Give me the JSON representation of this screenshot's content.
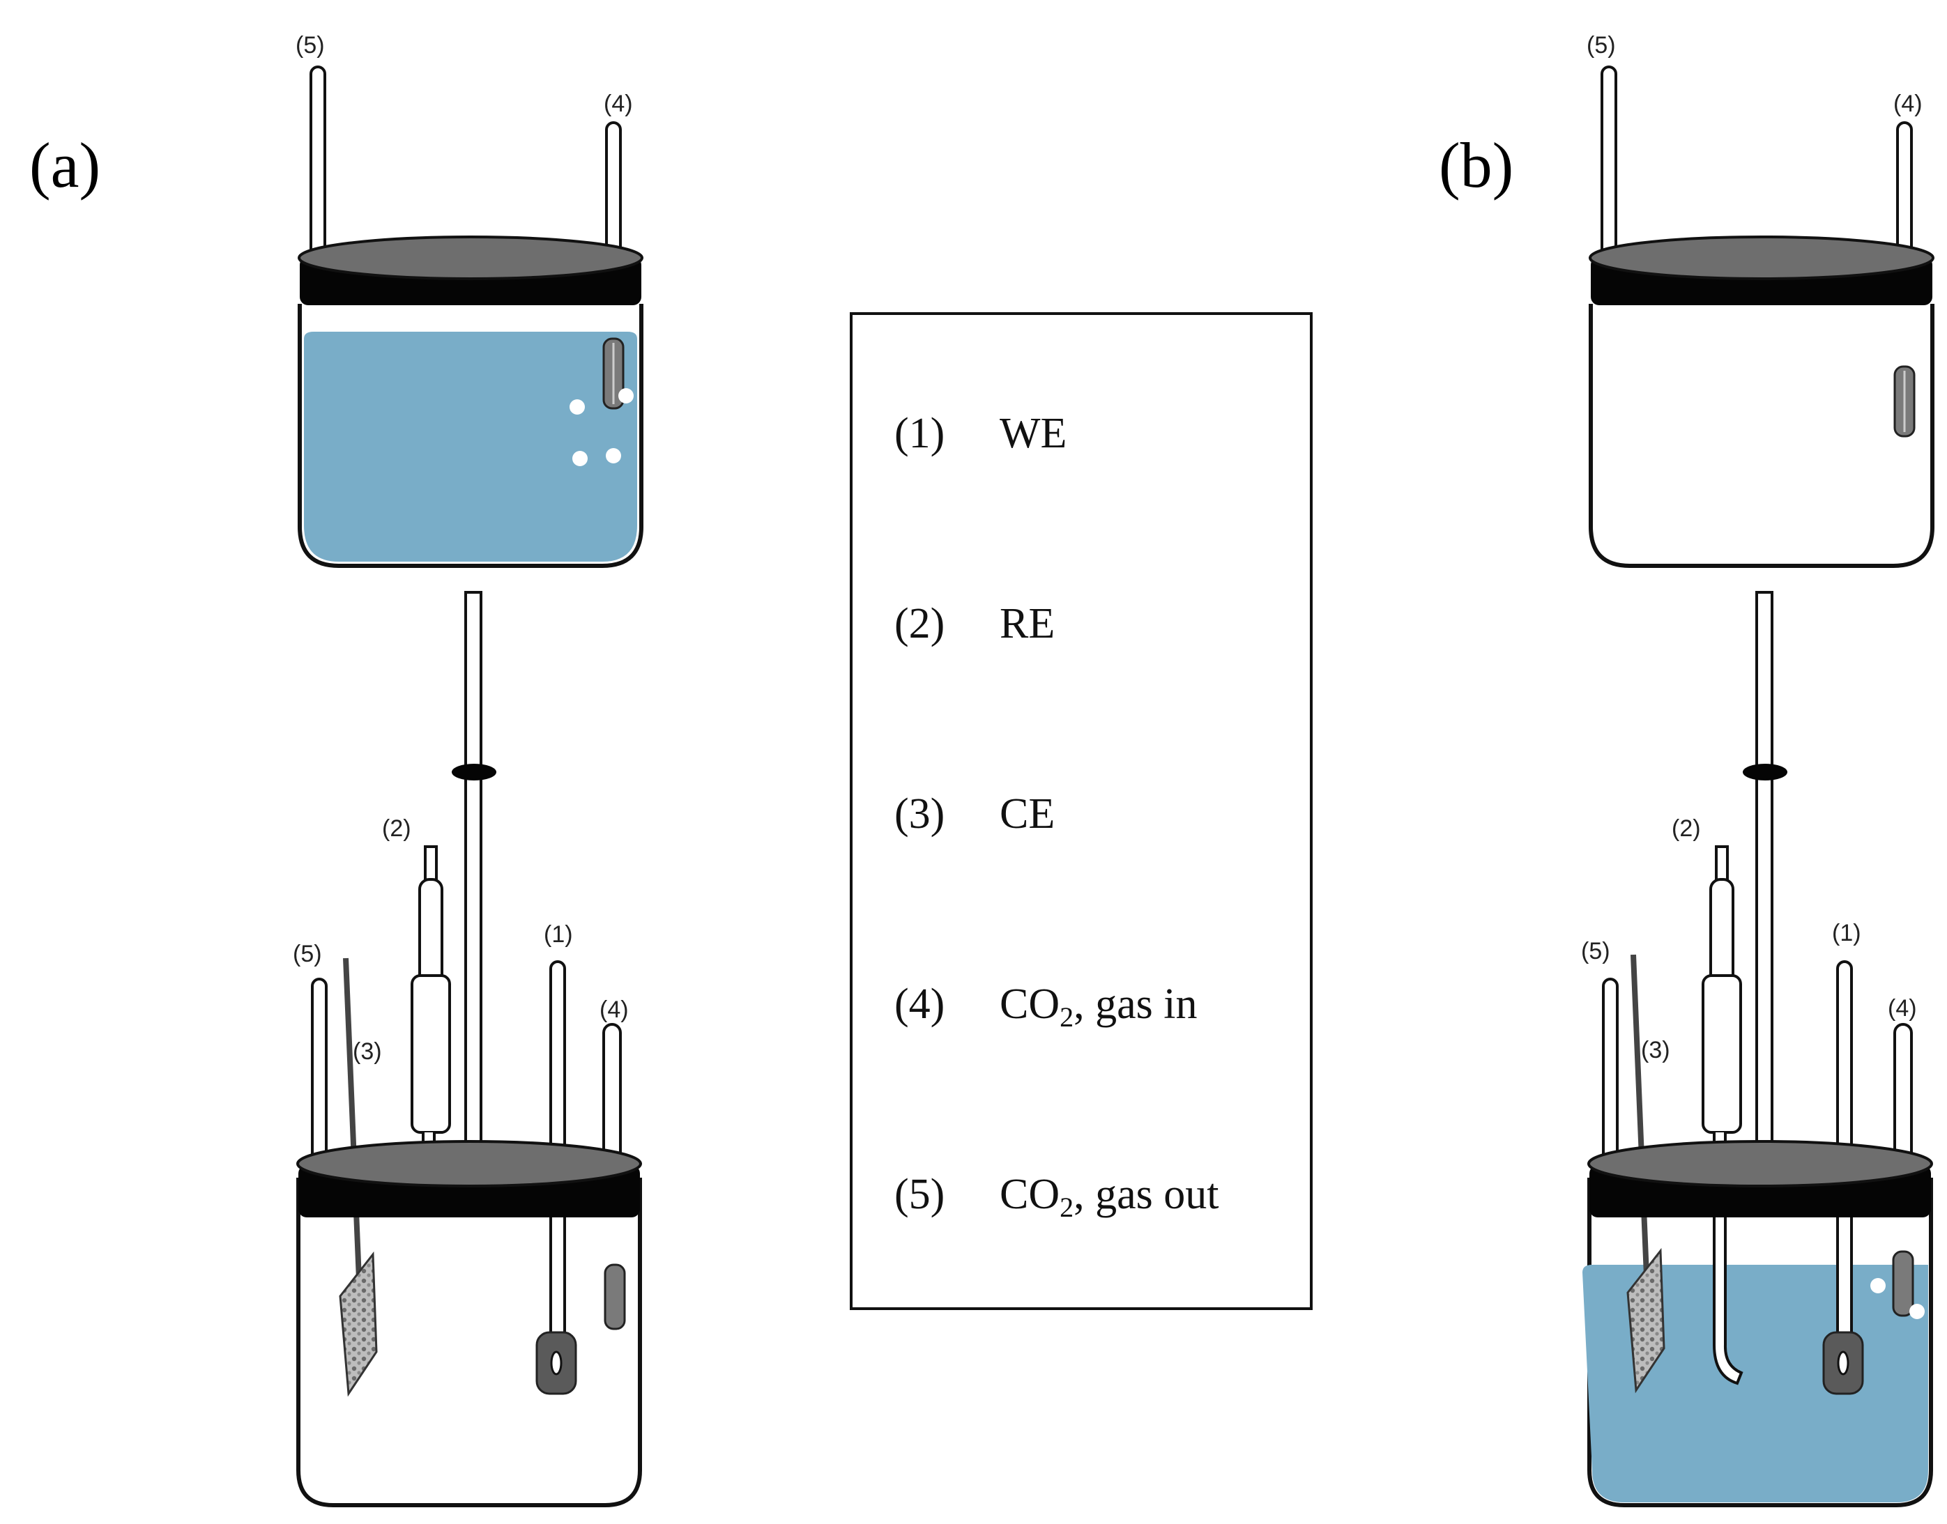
{
  "panels": {
    "a": {
      "label": "(a)"
    },
    "b": {
      "label": "(b)"
    }
  },
  "markers": {
    "m1": "(1)",
    "m2": "(2)",
    "m3": "(3)",
    "m4": "(4)",
    "m5": "(5)"
  },
  "legend": {
    "items": [
      {
        "num": "(1)",
        "text": "WE",
        "sub": "",
        "suffix": ""
      },
      {
        "num": "(2)",
        "text": "RE",
        "sub": "",
        "suffix": ""
      },
      {
        "num": "(3)",
        "text": "CE",
        "sub": "",
        "suffix": ""
      },
      {
        "num": "(4)",
        "text": "CO",
        "sub": "2",
        "suffix": ", gas in"
      },
      {
        "num": "(5)",
        "text": "CO",
        "sub": "2",
        "suffix": ", gas out"
      }
    ]
  },
  "colors": {
    "electrolyte": "#79adc8",
    "lid": "#6e6e6e",
    "band": "#050505",
    "outline": "#111111",
    "electrode": "#5a5a5a",
    "bubble": "#ffffff"
  }
}
